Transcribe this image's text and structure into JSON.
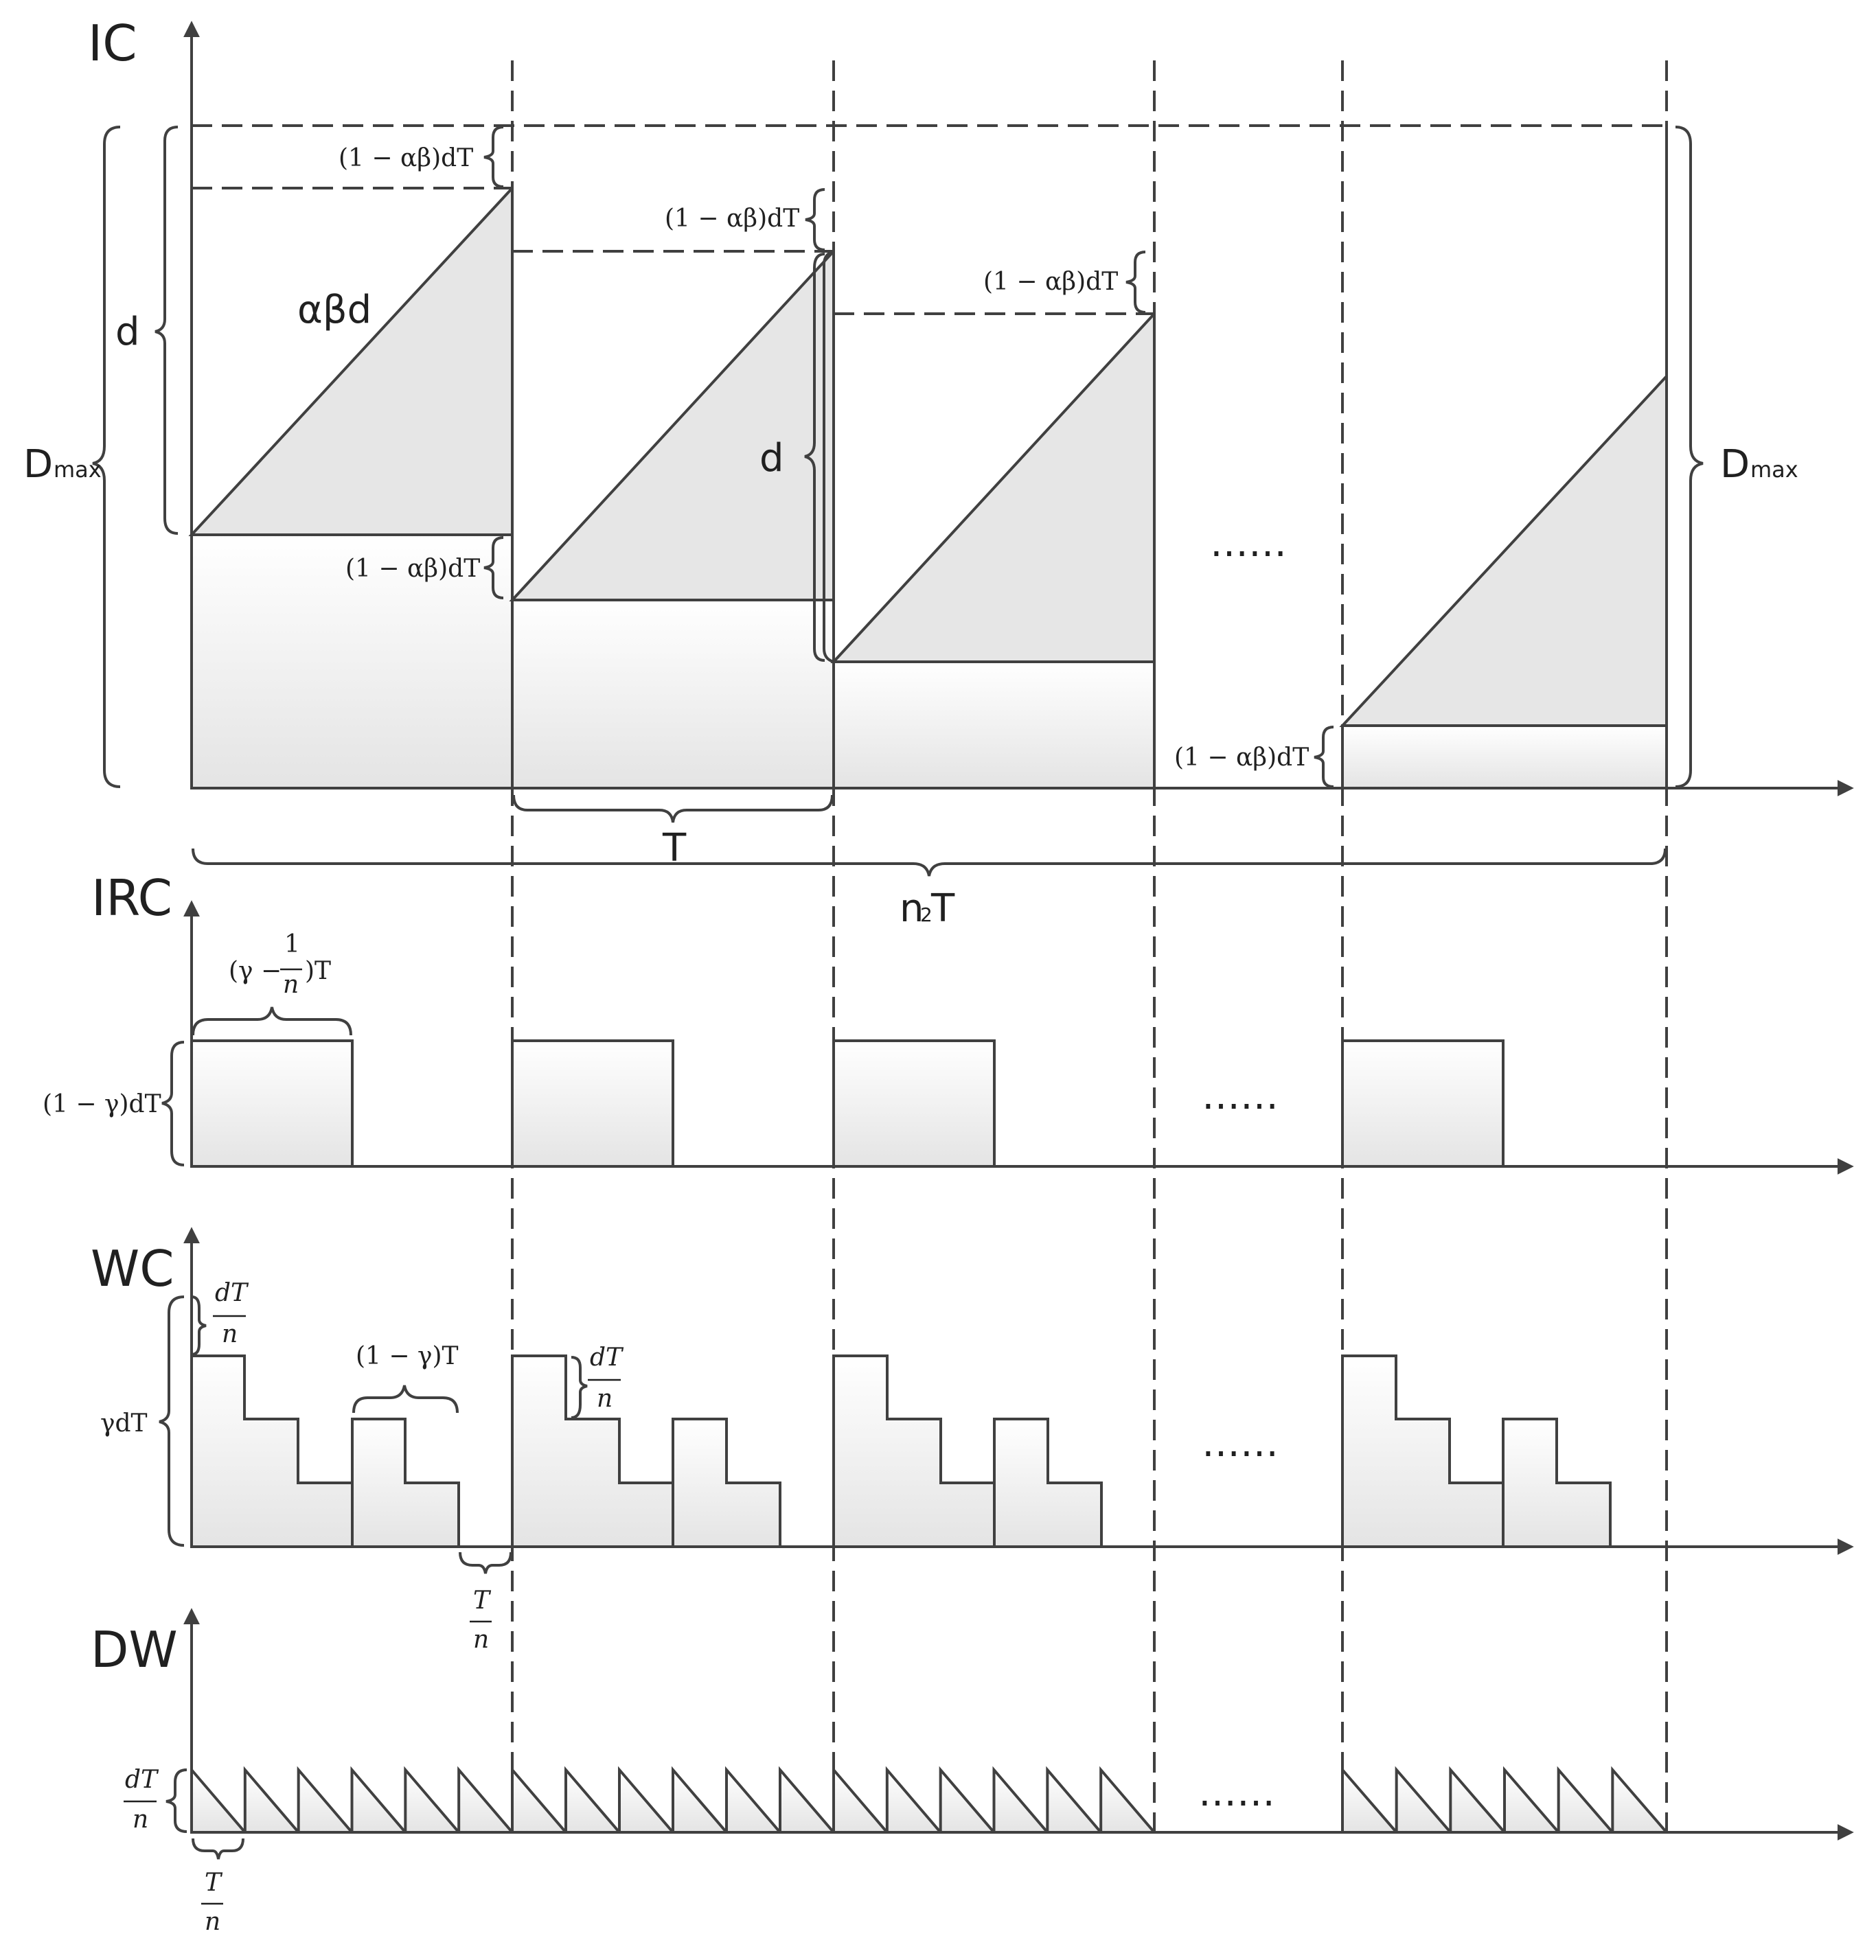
{
  "panels": {
    "ic": "IC",
    "irc": "IRC",
    "wc": "WC",
    "dw": "DW"
  },
  "ic_labels": {
    "loss_1": "(1 − αβ)dT",
    "loss_2": "(1 − αβ)dT",
    "loss_3": "(1 − αβ)dT",
    "loss_4": "(1 − αβ)dT",
    "loss_5": "(1 − αβ)dT",
    "abd": "αβd",
    "d_left": "d",
    "d_mid": "d",
    "dmax_left_main": "D",
    "dmax_left_sub": "max",
    "dmax_right_main": "D",
    "dmax_right_sub": "max",
    "period": "T",
    "total_main": "n",
    "total_sub": "2",
    "total_tail": "T",
    "ellipsis": "……"
  },
  "irc_labels": {
    "width_pre": "(γ −",
    "width_num": "1",
    "width_den": "n",
    "width_post": ")T",
    "height": "(1 − γ)dT",
    "ellipsis": "……"
  },
  "wc_labels": {
    "step_num_1": "dT",
    "step_den_1": "n",
    "step_num_2": "dT",
    "step_den_2": "n",
    "gap_width": "(1 − γ)T",
    "height": "γdT",
    "gap_num": "T",
    "gap_den": "n",
    "ellipsis": "……"
  },
  "dw_labels": {
    "height_num": "dT",
    "height_den": "n",
    "period_num": "T",
    "period_den": "n",
    "ellipsis": "……"
  }
}
